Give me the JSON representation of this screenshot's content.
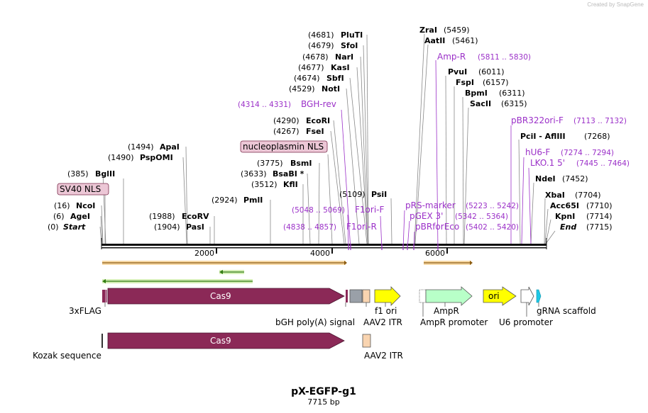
{
  "credit": "Created by SnapGene",
  "title": "pX-EGFP-g1",
  "length": "7715 bp",
  "ruler": [
    "2000",
    "4000",
    "6000"
  ],
  "colors": {
    "enzyme": "#000000",
    "primer": "#9b30c8",
    "cas9": "#8b2957",
    "orange": "#e8a030",
    "green": "#3a8a1a",
    "yellow": "#ffff00",
    "amp": "#b8ffc8",
    "scaffold": "#1ec8e6",
    "nls": "#ecc7d6",
    "itr": "#f9d4b0",
    "grey": "#9aa0a8"
  },
  "enzymes_left": [
    {
      "pos": "(0)",
      "name": "Start"
    },
    {
      "pos": "(6)",
      "name": "AgeI"
    },
    {
      "pos": "(16)",
      "name": "NcoI"
    },
    {
      "pos": "(385)",
      "name": "BglII"
    },
    {
      "pos": "(1490)",
      "name": "PspOMI"
    },
    {
      "pos": "(1494)",
      "name": "ApaI"
    },
    {
      "pos": "(1904)",
      "name": "PasI"
    },
    {
      "pos": "(1988)",
      "name": "EcoRV"
    },
    {
      "pos": "(2924)",
      "name": "PmlI"
    },
    {
      "pos": "(3512)",
      "name": "KflI"
    },
    {
      "pos": "(3633)",
      "name": "BsaBI *"
    },
    {
      "pos": "(3775)",
      "name": "BsmI"
    },
    {
      "pos": "(4267)",
      "name": "FseI"
    },
    {
      "pos": "(4290)",
      "name": "EcoRI"
    },
    {
      "pos": "(4529)",
      "name": "NotI"
    },
    {
      "pos": "(4674)",
      "name": "SbfI"
    },
    {
      "pos": "(4677)",
      "name": "KasI"
    },
    {
      "pos": "(4678)",
      "name": "NarI"
    },
    {
      "pos": "(4679)",
      "name": "SfoI"
    },
    {
      "pos": "(4681)",
      "name": "PluTI"
    },
    {
      "pos": "(5109)",
      "name": "PsiI"
    }
  ],
  "enzymes_right": [
    {
      "pos": "(5459)",
      "name": "ZraI"
    },
    {
      "pos": "(5461)",
      "name": "AatII"
    },
    {
      "pos": "(6011)",
      "name": "PvuI"
    },
    {
      "pos": "(6157)",
      "name": "FspI"
    },
    {
      "pos": "(6311)",
      "name": "BpmI"
    },
    {
      "pos": "(6315)",
      "name": "SacII"
    },
    {
      "pos": "(7268)",
      "name": "PciI - AflIII"
    },
    {
      "pos": "(7452)",
      "name": "NdeI"
    },
    {
      "pos": "(7704)",
      "name": "XbaI"
    },
    {
      "pos": "(7710)",
      "name": "Acc65I"
    },
    {
      "pos": "(7714)",
      "name": "KpnI"
    },
    {
      "pos": "(7715)",
      "name": "End"
    }
  ],
  "primers": [
    {
      "name": "BGH-rev",
      "range": "(4314 .. 4331)"
    },
    {
      "name": "F1ori-F",
      "range": "(5048 .. 5069)"
    },
    {
      "name": "F1ori-R",
      "range": "(4838 .. 4857)"
    },
    {
      "name": "Amp-R",
      "range": "(5811 .. 5830)"
    },
    {
      "name": "pBR322ori-F",
      "range": "(7113 .. 7132)"
    },
    {
      "name": "hU6-F",
      "range": "(7274 .. 7294)"
    },
    {
      "name": "LKO.1 5'",
      "range": "(7445 .. 7464)"
    },
    {
      "name": "pRS-marker",
      "range": "(5223 .. 5242)"
    },
    {
      "name": "pGEX 3'",
      "range": "(5342 .. 5364)"
    },
    {
      "name": "pBRforEco",
      "range": "(5402 .. 5420)"
    }
  ],
  "boxed_labels": [
    "SV40 NLS",
    "nucleoplasmin NLS"
  ],
  "features": {
    "cas9": "Cas9",
    "ori": "ori",
    "flag": "3xFLAG",
    "bgh": "bGH poly(A) signal",
    "f1": "f1 ori",
    "itr": "AAV2 ITR",
    "ampr": "AmpR",
    "ampr_promoter": "AmpR promoter",
    "u6": "U6 promoter",
    "grna": "gRNA scaffold",
    "kozak": "Kozak sequence"
  }
}
